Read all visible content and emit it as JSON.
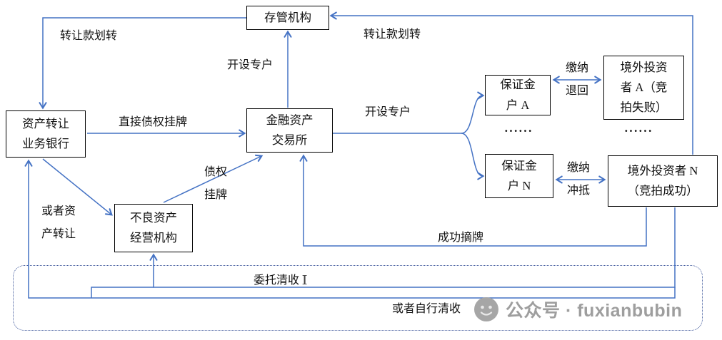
{
  "diagram": {
    "nodes": {
      "custodian": "存管机构",
      "bank": "资产转让\n业务银行",
      "exchange": "金融资产\n交易所",
      "margin_a": "保证金\n户 A",
      "margin_n": "保证金\n户 N",
      "investor_a": "境外投资\n者 A（竞\n拍失败）",
      "investor_n": "境外投资者 N\n（竞拍成功）",
      "npl_agency": "不良资产\n经营机构",
      "dots_margin": "······",
      "dots_investor": "······"
    },
    "edge_labels": {
      "transfer_funds_left": "转让款划转",
      "transfer_funds_right": "转让款划转",
      "open_account_top": "开设专户",
      "open_account_right": "开设专户",
      "direct_debt_listing": "直接债权挂牌",
      "pay_refund": "缴纳\n退回",
      "pay_offset": "缴纳\n冲抵",
      "debt_listing": "债权\n挂牌",
      "or_asset_transfer": "或者资\n产转让",
      "success_delisting": "成功摘牌",
      "entrusted_collection": "委托清收",
      "self_collection": "或者自行清收"
    },
    "cursor": "I",
    "watermark": {
      "text": "公众号 · fuxianbubin"
    },
    "colors": {
      "line": "#4472c4",
      "box_border": "#000000",
      "dotted_box": "#40599c",
      "watermark": "#9e9e9e"
    }
  }
}
